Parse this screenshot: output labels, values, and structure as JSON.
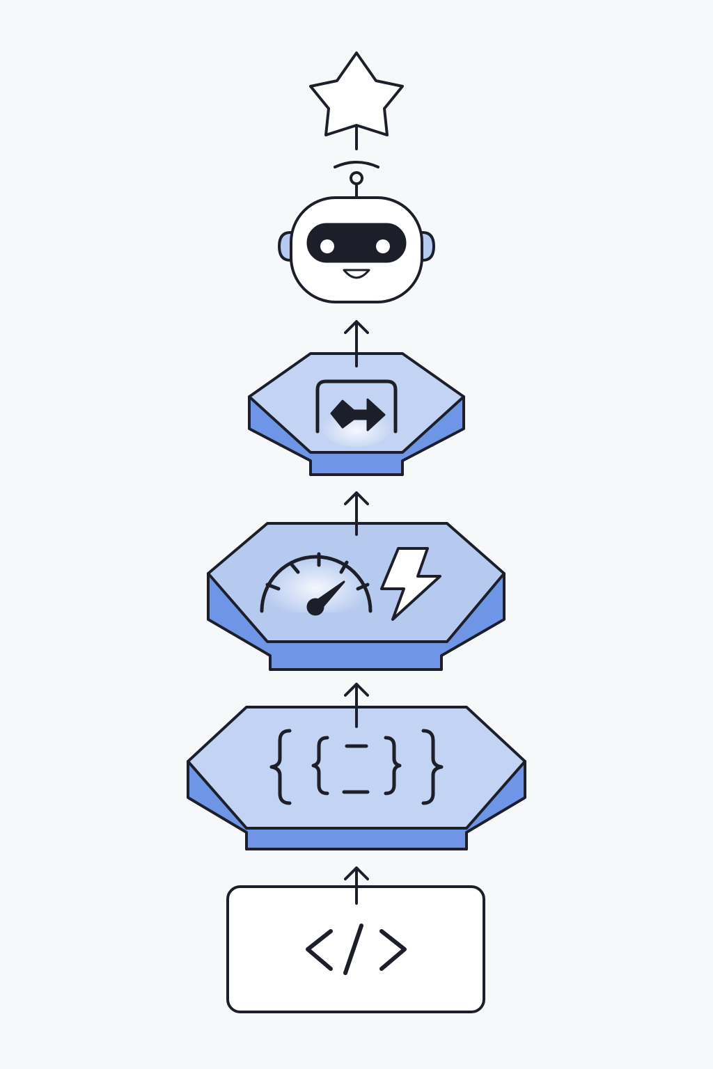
{
  "diagram": {
    "flow_direction": "bottom-to-top",
    "colors": {
      "background": "#f7f8fa",
      "outline": "#1c1f2a",
      "platform_top": "#c3d3f3",
      "platform_side": "#6f95e6",
      "white": "#ffffff"
    },
    "nodes": [
      {
        "id": "source-code",
        "icon": "code-brackets-icon"
      },
      {
        "id": "structured-data-layer",
        "icon": "curly-braces-icon"
      },
      {
        "id": "performance-layer",
        "icon": "speedometer-lightning-icon"
      },
      {
        "id": "routing-layer",
        "icon": "forward-arrow-icon"
      },
      {
        "id": "ai-assistant",
        "icon": "robot-icon"
      },
      {
        "id": "outcome",
        "icon": "star-icon"
      }
    ],
    "connections": [
      {
        "from": "source-code",
        "to": "structured-data-layer"
      },
      {
        "from": "structured-data-layer",
        "to": "performance-layer"
      },
      {
        "from": "performance-layer",
        "to": "routing-layer"
      },
      {
        "from": "routing-layer",
        "to": "ai-assistant"
      },
      {
        "from": "ai-assistant",
        "to": "outcome"
      }
    ]
  }
}
